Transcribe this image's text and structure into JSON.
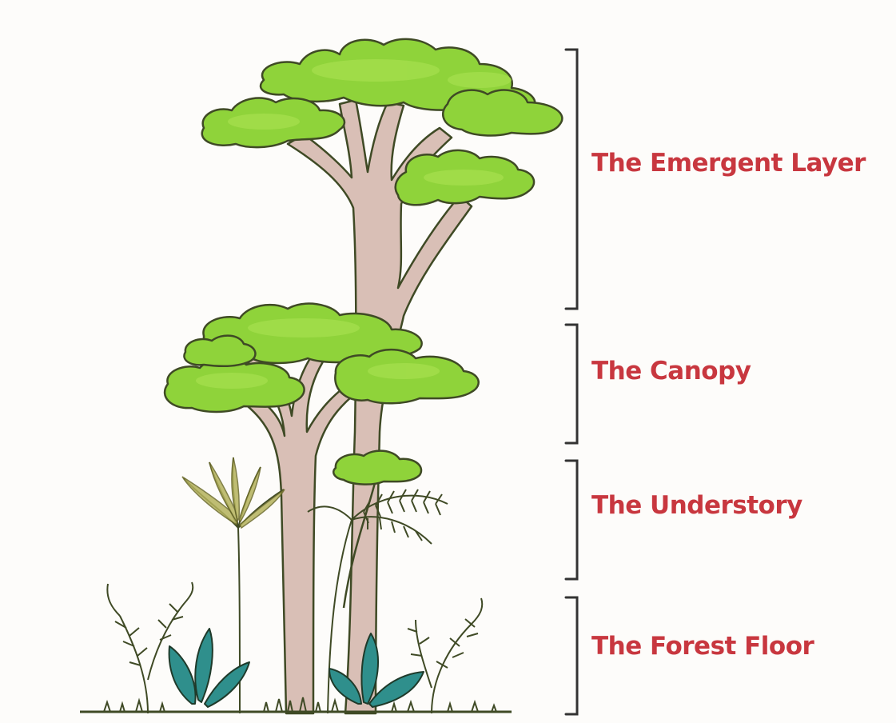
{
  "layers": [
    {
      "label": "The Emergent Layer"
    },
    {
      "label": "The Canopy"
    },
    {
      "label": "The Understory"
    },
    {
      "label": "The Forest Floor"
    }
  ],
  "colors": {
    "label": "#c8373f",
    "bracket": "#333333",
    "foliage": "#8fd33a",
    "outline": "#3f4a25",
    "trunk": "#d9bfb6",
    "teal_leaf": "#2f8f8c",
    "olive": "#8a8a3c"
  }
}
